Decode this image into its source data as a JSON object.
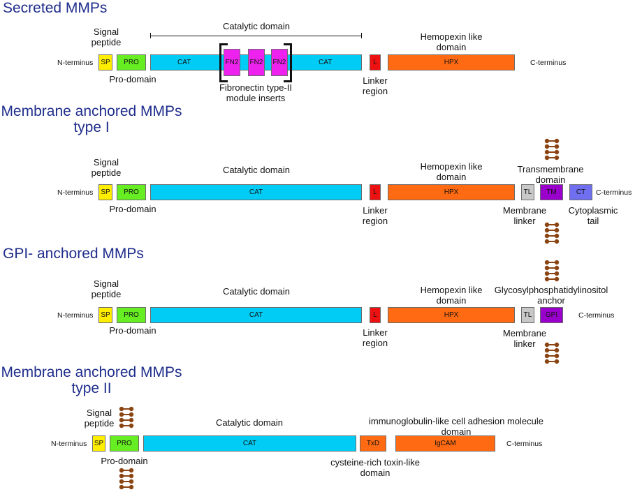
{
  "colors": {
    "title": "#1f2e8c",
    "sp": "#ffee00",
    "pro": "#66ee22",
    "cat": "#00ccf5",
    "fn2": "#ee22ee",
    "linker": "#ee1111",
    "hpx": "#ff6a12",
    "tl": "#c8c8c8",
    "tm": "#9900cc",
    "ct": "#6f6ff0",
    "gpi": "#9900cc",
    "lipid": "#8b4513"
  },
  "panel1": {
    "title": "Secreted MMPs",
    "signal_peptide": "Signal\npeptide",
    "catalytic_domain": "Catalytic domain",
    "hemopexin": "Hemopexin like\ndomain",
    "n_terminus": "N-terminus",
    "c_terminus": "C-terminus",
    "sp": "SP",
    "pro": "PRO",
    "cat_a": "CAT",
    "fn2_1": "FN2",
    "fn2_2": "FN2",
    "fn2_3": "FN2",
    "cat_b": "CAT",
    "linker": "L",
    "hpx": "HPX",
    "pro_domain": "Pro-domain",
    "fibronectin": "Fibronectin type-II\nmodule inserts",
    "linker_region": "Linker\nregion"
  },
  "panel2": {
    "title": "Membrane anchored MMPs\ntype I",
    "signal_peptide": "Signal\npeptide",
    "catalytic_domain": "Catalytic domain",
    "hemopexin": "Hemopexin like\ndomain",
    "transmembrane": "Transmembrane\ndomain",
    "n_terminus": "N-terminus",
    "c_terminus": "C-terminus",
    "sp": "SP",
    "pro": "PRO",
    "cat": "CAT",
    "linker": "L",
    "hpx": "HPX",
    "tl": "TL",
    "tm": "TM",
    "ct": "CT",
    "pro_domain": "Pro-domain",
    "linker_region": "Linker\nregion",
    "membrane_linker": "Membrane\nlinker",
    "cytoplasmic_tail": "Cytoplasmic\ntail"
  },
  "panel3": {
    "title": "GPI- anchored MMPs",
    "signal_peptide": "Signal\npeptide",
    "catalytic_domain": "Catalytic domain",
    "hemopexin": "Hemopexin like\ndomain",
    "gpi_anchor": "Glycosylphosphatidylinositol\nanchor",
    "n_terminus": "N-terminus",
    "c_terminus": "C-terminus",
    "sp": "SP",
    "pro": "PRO",
    "cat": "CAT",
    "linker": "L",
    "hpx": "HPX",
    "tl": "TL",
    "gpi": "GPI",
    "pro_domain": "Pro-domain",
    "linker_region": "Linker\nregion",
    "membrane_linker": "Membrane\nlinker"
  },
  "panel4": {
    "title": "Membrane anchored MMPs\ntype II",
    "signal_peptide": "Signal\npeptide",
    "catalytic_domain": "Catalytic domain",
    "igcam_label": "immunoglobulin-like cell adhesion molecule\ndomain",
    "n_terminus": "N-terminus",
    "c_terminus": "C-terminus",
    "sp": "SP",
    "pro": "PRO",
    "cat": "CAT",
    "txd": "TxD",
    "igcam": "IgCAM",
    "pro_domain": "Pro-domain",
    "toxin_label": "cysteine-rich toxin-like\ndomain"
  }
}
